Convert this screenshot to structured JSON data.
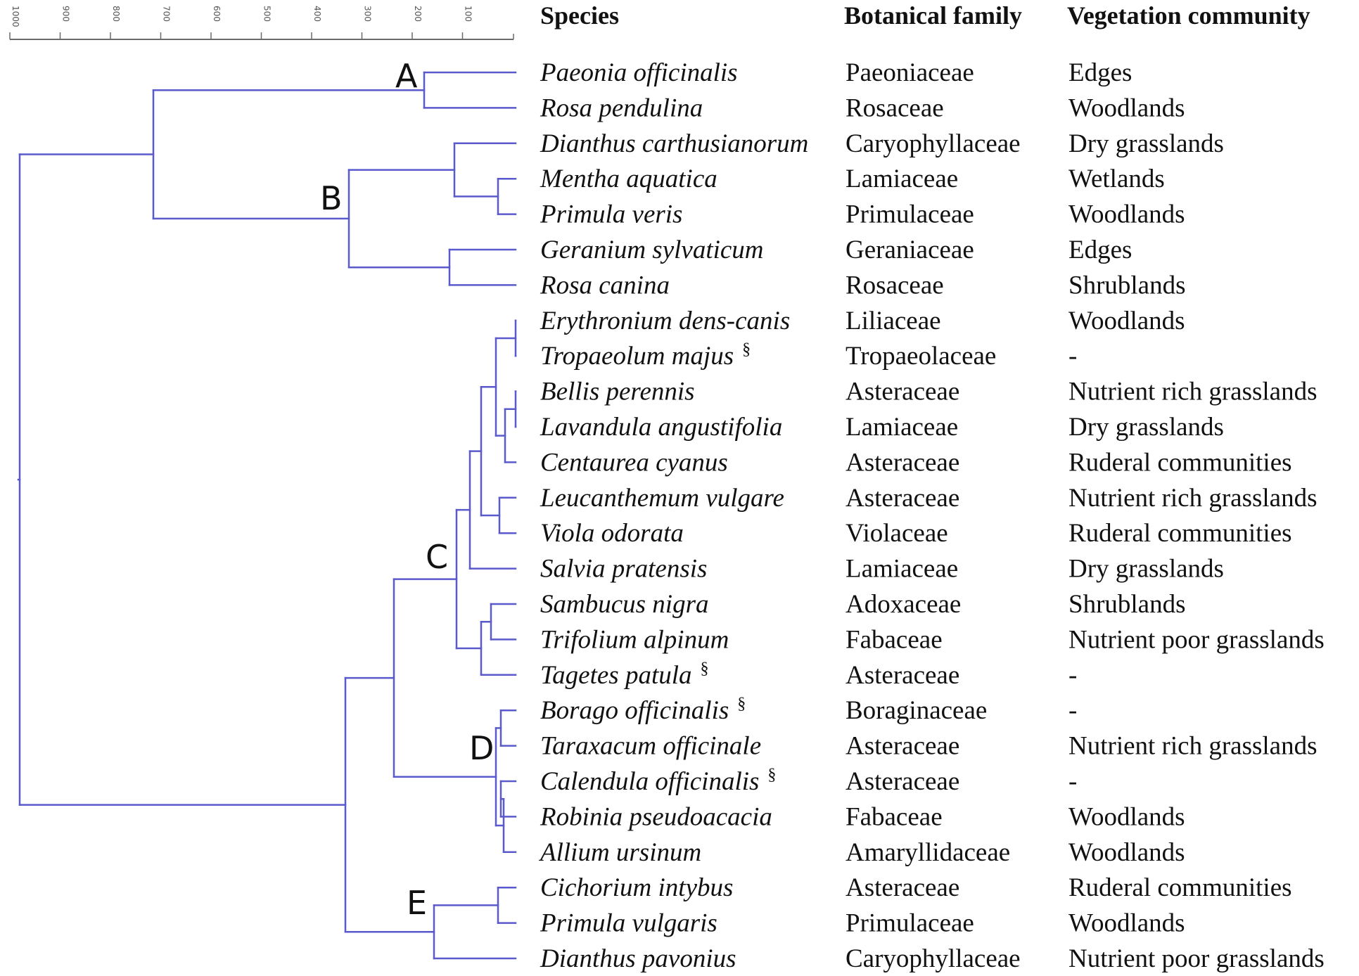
{
  "headers": {
    "species": "Species",
    "family": "Botanical family",
    "community": "Vegetation community"
  },
  "scale_ticks": [
    "1000",
    "900",
    "800",
    "700",
    "600",
    "500",
    "400",
    "300",
    "200",
    "100"
  ],
  "cluster_labels": [
    "A",
    "B",
    "C",
    "D",
    "E"
  ],
  "colors": {
    "branch": "#5a5acd",
    "text": "#111111",
    "axis": "#6a6a6a"
  },
  "rows": [
    {
      "species": "Paeonia officinalis",
      "sup": "",
      "family": "Paeoniaceae",
      "community": "Edges"
    },
    {
      "species": "Rosa pendulina",
      "sup": "",
      "family": "Rosaceae",
      "community": "Woodlands"
    },
    {
      "species": "Dianthus carthusianorum",
      "sup": "",
      "family": "Caryophyllaceae",
      "community": "Dry grasslands"
    },
    {
      "species": "Mentha aquatica",
      "sup": "",
      "family": "Lamiaceae",
      "community": "Wetlands"
    },
    {
      "species": "Primula veris",
      "sup": "",
      "family": "Primulaceae",
      "community": "Woodlands"
    },
    {
      "species": "Geranium sylvaticum",
      "sup": "",
      "family": "Geraniaceae",
      "community": "Edges"
    },
    {
      "species": "Rosa canina",
      "sup": "",
      "family": "Rosaceae",
      "community": "Shrublands"
    },
    {
      "species": "Erythronium dens-canis",
      "sup": "",
      "family": "Liliaceae",
      "community": "Woodlands"
    },
    {
      "species": "Tropaeolum majus",
      "sup": "§",
      "family": "Tropaeolaceae",
      "community": "-"
    },
    {
      "species": "Bellis perennis",
      "sup": "",
      "family": "Asteraceae",
      "community": "Nutrient rich grasslands"
    },
    {
      "species": "Lavandula angustifolia",
      "sup": "",
      "family": "Lamiaceae",
      "community": "Dry grasslands"
    },
    {
      "species": "Centaurea cyanus",
      "sup": "",
      "family": "Asteraceae",
      "community": "Ruderal communities"
    },
    {
      "species": "Leucanthemum vulgare",
      "sup": "",
      "family": "Asteraceae",
      "community": "Nutrient rich grasslands"
    },
    {
      "species": "Viola odorata",
      "sup": "",
      "family": "Violaceae",
      "community": "Ruderal communities"
    },
    {
      "species": "Salvia pratensis",
      "sup": "",
      "family": "Lamiaceae",
      "community": "Dry grasslands"
    },
    {
      "species": "Sambucus nigra",
      "sup": "",
      "family": "Adoxaceae",
      "community": "Shrublands"
    },
    {
      "species": "Trifolium alpinum",
      "sup": "",
      "family": "Fabaceae",
      "community": "Nutrient poor grasslands"
    },
    {
      "species": "Tagetes patula",
      "sup": "§",
      "family": "Asteraceae",
      "community": "-"
    },
    {
      "species": "Borago officinalis",
      "sup": "§",
      "family": "Boraginaceae",
      "community": "-"
    },
    {
      "species": "Taraxacum officinale",
      "sup": "",
      "family": "Asteraceae",
      "community": "Nutrient rich grasslands"
    },
    {
      "species": "Calendula officinalis",
      "sup": "§",
      "family": "Asteraceae",
      "community": "-"
    },
    {
      "species": "Robinia pseudoacacia",
      "sup": "",
      "family": "Fabaceae",
      "community": "Woodlands"
    },
    {
      "species": "Allium ursinum",
      "sup": "",
      "family": "Amaryllidaceae",
      "community": "Woodlands"
    },
    {
      "species": "Cichorium intybus",
      "sup": "",
      "family": "Asteraceae",
      "community": "Ruderal communities"
    },
    {
      "species": "Primula vulgaris",
      "sup": "",
      "family": "Primulaceae",
      "community": "Woodlands"
    },
    {
      "species": "Dianthus pavonius",
      "sup": "",
      "family": "Caryophyllaceae",
      "community": "Nutrient poor grasslands"
    }
  ]
}
